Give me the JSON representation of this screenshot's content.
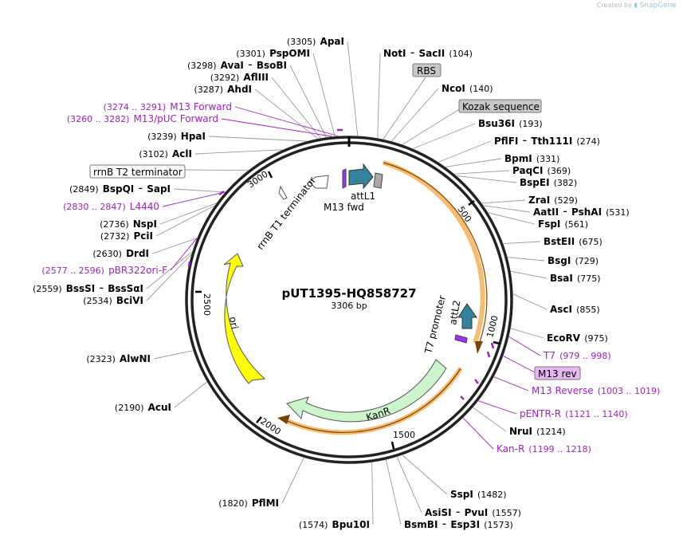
{
  "credit": {
    "prefix": "Created by",
    "brand": "SnapGene"
  },
  "plasmid": {
    "name": "pUT1395-HQ858727",
    "length_label": "3306 bp"
  },
  "ticks": [
    "500",
    "1000",
    "1500",
    "2000",
    "2500",
    "3000"
  ],
  "sites": [
    {
      "id": "apai",
      "enzymes": [
        {
          "name": "ApaI",
          "sep": ""
        }
      ],
      "pos": "(3305)",
      "anchor": "end"
    },
    {
      "id": "pspomi",
      "enzymes": [
        {
          "name": "PspOMI",
          "sep": ""
        }
      ],
      "pos": "(3301)",
      "anchor": "end"
    },
    {
      "id": "avai",
      "enzymes": [
        {
          "name": "AvaI",
          "sep": ""
        },
        {
          "name": "BsoBI",
          "sep": " - "
        }
      ],
      "pos": "(3298)",
      "anchor": "end"
    },
    {
      "id": "aflIII",
      "enzymes": [
        {
          "name": "AflIII",
          "sep": ""
        }
      ],
      "pos": "(3292)",
      "anchor": "end"
    },
    {
      "id": "ahdi",
      "enzymes": [
        {
          "name": "AhdI",
          "sep": ""
        }
      ],
      "pos": "(3287)",
      "anchor": "end"
    },
    {
      "id": "hpai",
      "enzymes": [
        {
          "name": "HpaI",
          "sep": ""
        }
      ],
      "pos": "(3239)",
      "anchor": "end"
    },
    {
      "id": "acli",
      "enzymes": [
        {
          "name": "AclI",
          "sep": ""
        }
      ],
      "pos": "(3102)",
      "anchor": "end"
    },
    {
      "id": "bspqi",
      "enzymes": [
        {
          "name": "BspQI",
          "sep": ""
        },
        {
          "name": "SapI",
          "sep": " - "
        }
      ],
      "pos": "(2849)",
      "anchor": "end"
    },
    {
      "id": "nspi",
      "enzymes": [
        {
          "name": "NspI",
          "sep": ""
        }
      ],
      "pos": "(2736)",
      "anchor": "end"
    },
    {
      "id": "pcii",
      "enzymes": [
        {
          "name": "PciI",
          "sep": ""
        }
      ],
      "pos": "(2732)",
      "anchor": "end"
    },
    {
      "id": "drdi",
      "enzymes": [
        {
          "name": "DrdI",
          "sep": ""
        }
      ],
      "pos": "(2630)",
      "anchor": "end"
    },
    {
      "id": "bsssi",
      "enzymes": [
        {
          "name": "BssSI",
          "sep": ""
        },
        {
          "name": "BssSαI",
          "sep": " - "
        }
      ],
      "pos": "(2559)",
      "anchor": "end"
    },
    {
      "id": "bcivi",
      "enzymes": [
        {
          "name": "BciVI",
          "sep": ""
        }
      ],
      "pos": "(2534)",
      "anchor": "end"
    },
    {
      "id": "alwni",
      "enzymes": [
        {
          "name": "AlwNI",
          "sep": ""
        }
      ],
      "pos": "(2323)",
      "anchor": "end"
    },
    {
      "id": "acui",
      "enzymes": [
        {
          "name": "AcuI",
          "sep": ""
        }
      ],
      "pos": "(2190)",
      "anchor": "end"
    },
    {
      "id": "pflmi",
      "enzymes": [
        {
          "name": "PflMI",
          "sep": ""
        }
      ],
      "pos": "(1820)",
      "anchor": "end"
    },
    {
      "id": "bpu10i",
      "enzymes": [
        {
          "name": "Bpu10I",
          "sep": ""
        }
      ],
      "pos": "(1574)",
      "anchor": "end"
    },
    {
      "id": "noti",
      "enzymes": [
        {
          "name": "NotI",
          "sep": ""
        },
        {
          "name": "SacII",
          "sep": " - "
        }
      ],
      "pos": "(104)",
      "anchor": "start"
    },
    {
      "id": "ncoi",
      "enzymes": [
        {
          "name": "NcoI",
          "sep": ""
        }
      ],
      "pos": "(140)",
      "anchor": "start"
    },
    {
      "id": "bsu36i",
      "enzymes": [
        {
          "name": "Bsu36I",
          "sep": ""
        }
      ],
      "pos": "(193)",
      "anchor": "start"
    },
    {
      "id": "pflfi",
      "enzymes": [
        {
          "name": "PflFI",
          "sep": ""
        },
        {
          "name": "Tth111I",
          "sep": " - "
        }
      ],
      "pos": "(274)",
      "anchor": "start"
    },
    {
      "id": "bpmi",
      "enzymes": [
        {
          "name": "BpmI",
          "sep": ""
        }
      ],
      "pos": "(331)",
      "anchor": "start"
    },
    {
      "id": "paqci",
      "enzymes": [
        {
          "name": "PaqCI",
          "sep": ""
        }
      ],
      "pos": "(369)",
      "anchor": "start"
    },
    {
      "id": "bspei",
      "enzymes": [
        {
          "name": "BspEI",
          "sep": ""
        }
      ],
      "pos": "(382)",
      "anchor": "start"
    },
    {
      "id": "zrai",
      "enzymes": [
        {
          "name": "ZraI",
          "sep": ""
        }
      ],
      "pos": "(529)",
      "anchor": "start"
    },
    {
      "id": "aatii",
      "enzymes": [
        {
          "name": "AatII",
          "sep": ""
        },
        {
          "name": "PshAI",
          "sep": " - "
        }
      ],
      "pos": "(531)",
      "anchor": "start"
    },
    {
      "id": "fspi",
      "enzymes": [
        {
          "name": "FspI",
          "sep": ""
        }
      ],
      "pos": "(561)",
      "anchor": "start"
    },
    {
      "id": "bsteii",
      "enzymes": [
        {
          "name": "BstEII",
          "sep": ""
        }
      ],
      "pos": "(675)",
      "anchor": "start"
    },
    {
      "id": "bsgi",
      "enzymes": [
        {
          "name": "BsgI",
          "sep": ""
        }
      ],
      "pos": "(729)",
      "anchor": "start"
    },
    {
      "id": "bsai",
      "enzymes": [
        {
          "name": "BsaI",
          "sep": ""
        }
      ],
      "pos": "(775)",
      "anchor": "start"
    },
    {
      "id": "asci",
      "enzymes": [
        {
          "name": "AscI",
          "sep": ""
        }
      ],
      "pos": "(855)",
      "anchor": "start"
    },
    {
      "id": "ecorv",
      "enzymes": [
        {
          "name": "EcoRV",
          "sep": ""
        }
      ],
      "pos": "(975)",
      "anchor": "start"
    },
    {
      "id": "nrui",
      "enzymes": [
        {
          "name": "NruI",
          "sep": ""
        }
      ],
      "pos": "(1214)",
      "anchor": "start"
    },
    {
      "id": "sspi",
      "enzymes": [
        {
          "name": "SspI",
          "sep": ""
        }
      ],
      "pos": "(1482)",
      "anchor": "start"
    },
    {
      "id": "asisi",
      "enzymes": [
        {
          "name": "AsiSI",
          "sep": ""
        },
        {
          "name": "PvuI",
          "sep": " - "
        }
      ],
      "pos": "(1557)",
      "anchor": "start"
    },
    {
      "id": "bsmbi",
      "enzymes": [
        {
          "name": "BsmBI",
          "sep": ""
        },
        {
          "name": "Esp3I",
          "sep": " - "
        }
      ],
      "pos": "(1573)",
      "anchor": "start"
    }
  ],
  "primers": [
    {
      "id": "m13-forward",
      "name": "M13 Forward",
      "pos": "(3274 .. 3291)",
      "anchor": "end",
      "pos_first": true
    },
    {
      "id": "m13-puc-forward",
      "name": "M13/pUC Forward",
      "pos": "(3260 .. 3282)",
      "anchor": "end",
      "pos_first": true
    },
    {
      "id": "l4440",
      "name": "L4440",
      "pos": "(2830 .. 2847)",
      "anchor": "end",
      "pos_first": true
    },
    {
      "id": "pbr322ori-f",
      "name": "pBR322ori-F",
      "pos": "(2577 .. 2596)",
      "anchor": "end",
      "pos_first": true
    },
    {
      "id": "t7",
      "name": "T7",
      "pos": "(979 .. 998)",
      "anchor": "start",
      "pos_first": false
    },
    {
      "id": "m13-reverse",
      "name": "M13 Reverse",
      "pos": "(1003 .. 1019)",
      "anchor": "start",
      "pos_first": false
    },
    {
      "id": "pentr-r",
      "name": "pENTR-R",
      "pos": "(1121 .. 1140)",
      "anchor": "start",
      "pos_first": false
    },
    {
      "id": "kan-r",
      "name": "Kan-R",
      "pos": "(1199 .. 1218)",
      "anchor": "start",
      "pos_first": false
    }
  ],
  "boxed_labels": [
    {
      "id": "rbs",
      "text": "RBS",
      "style": "gray"
    },
    {
      "id": "kozak",
      "text": "Kozak sequence",
      "style": "gray"
    },
    {
      "id": "rrnb-t2",
      "text": "rrnB T2 terminator",
      "style": "white"
    },
    {
      "id": "m13-rev",
      "text": "M13 rev",
      "style": "purple"
    }
  ],
  "features": {
    "ori": "ori",
    "kanr": "KanR",
    "rrnb_t1": "rrnB T1 terminator",
    "attl1": "attL1",
    "m13_fwd": "M13 fwd",
    "attl2": "attL2",
    "t7_promoter": "T7 promoter"
  },
  "colors": {
    "primer": "#a020c0",
    "ori": "#ffff00",
    "kanr": "#ccf5cc",
    "att": "#31849b",
    "highlight": "#f4a640",
    "gray_box": "#c8c8c8",
    "purple_box": "#e6b8f0"
  }
}
